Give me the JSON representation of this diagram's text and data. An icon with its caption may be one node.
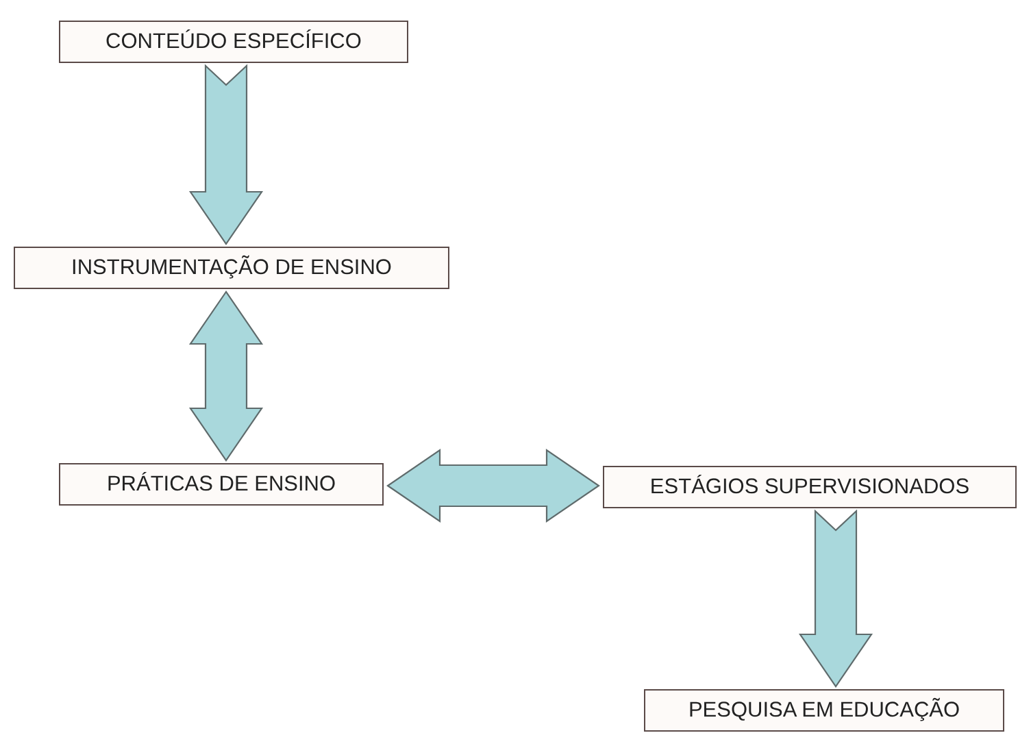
{
  "diagram": {
    "nodes": [
      {
        "text": [
          "CONTEÚDO ESPECÍFICO"
        ]
      },
      {
        "text": [
          "INSTRUMENTAÇÃO DE ENSINO"
        ]
      },
      {
        "text": [
          "PRÁTICAS DE ENSINO"
        ]
      },
      {
        "text": [
          "ESTÁGIOS SUPERVISIONADOS"
        ]
      },
      {
        "text": [
          "PESQUISA EM EDUCAÇÃO"
        ]
      }
    ],
    "edges": [
      {
        "from": 0,
        "to": 1,
        "arrow": "to"
      },
      {
        "from": 1,
        "to": 2,
        "arrow": "both"
      },
      {
        "from": 2,
        "to": 3,
        "arrow": "both"
      },
      {
        "from": 3,
        "to": 4,
        "arrow": "to"
      }
    ]
  }
}
